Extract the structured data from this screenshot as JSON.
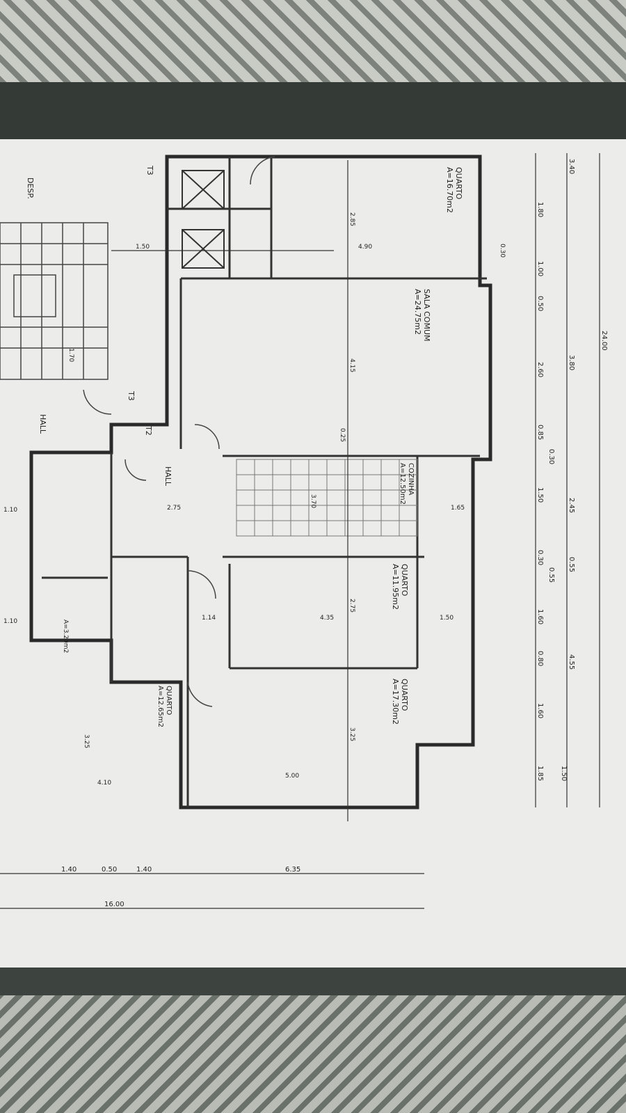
{
  "plan": {
    "rooms": [
      {
        "name": "QUARTO",
        "area": "A=16.70m2"
      },
      {
        "name": "SALA COMUM",
        "area": "A=24.75m2"
      },
      {
        "name": "COZINHA",
        "area": "A=12.50m2"
      },
      {
        "name": "QUARTO",
        "area": "A=11.95m2"
      },
      {
        "name": "QUARTO",
        "area": "A=17.30m2"
      },
      {
        "name": "QUARTO",
        "area": "A=12.65m2"
      },
      {
        "name": "",
        "area": "A=3.20m2"
      }
    ],
    "labels": {
      "hall_a": "HALL",
      "hall_b": "HALL",
      "desp": "DESP.",
      "t2": "T2",
      "t3_a": "T3",
      "t3_b": "T3"
    },
    "dims_right": [
      "1.80",
      "1.00",
      "0.50",
      "2.60",
      "0.85",
      "0.30",
      "1.50",
      "0.30",
      "0.55",
      "1.60",
      "0.80",
      "1.60",
      "1.85"
    ],
    "dims_right_outer": [
      "3.40",
      "3.80",
      "2.45",
      "0.55",
      "4.55",
      "1.50",
      "24.00"
    ],
    "dims_bottom": [
      "1.40",
      "0.50",
      "1.40",
      "6.35",
      "16.00"
    ],
    "dims_interior": [
      "2.85",
      "4.90",
      "4.15",
      "3.70",
      "2.75",
      "3.25",
      "5.00",
      "4.10",
      "3.25",
      "2.75",
      "4.35",
      "1.50",
      "1.65",
      "1.10",
      "1.10",
      "1.14",
      "1.50",
      "1.70",
      "0.25",
      "0.30"
    ]
  }
}
